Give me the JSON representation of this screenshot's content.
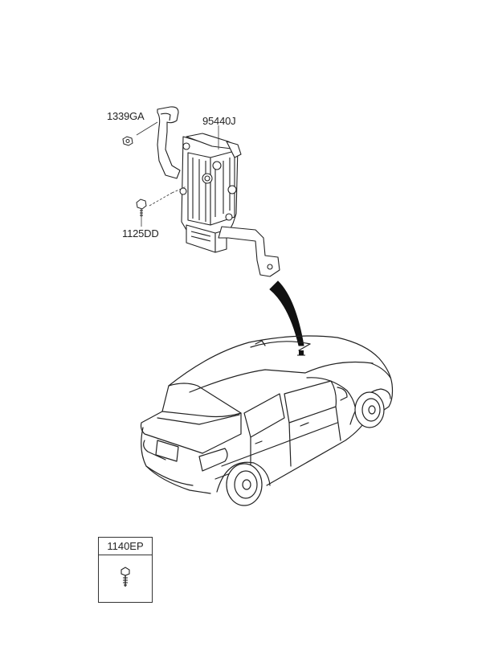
{
  "labels": {
    "nut": "1339GA",
    "module": "95440J",
    "bolt": "1125DD"
  },
  "legend": {
    "part_number": "1140EP",
    "icon": "screw-icon"
  }
}
